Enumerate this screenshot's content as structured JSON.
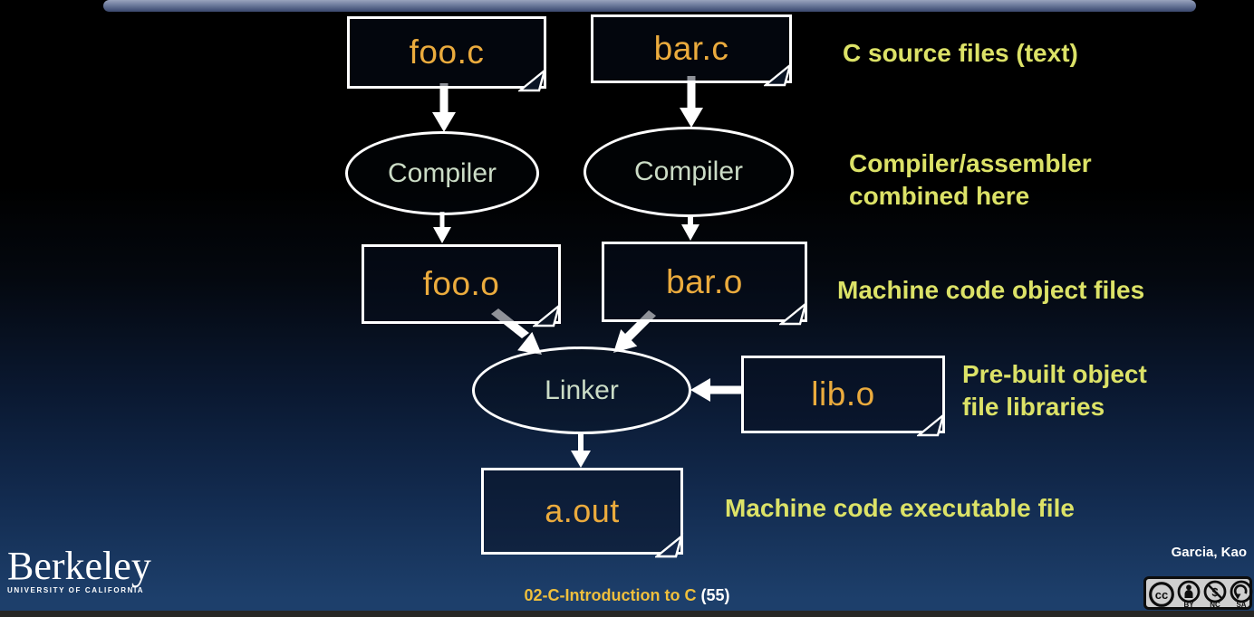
{
  "diagram": {
    "nodes": {
      "foo_c": "foo.c",
      "bar_c": "bar.c",
      "compiler_left": "Compiler",
      "compiler_right": "Compiler",
      "foo_o": "foo.o",
      "bar_o": "bar.o",
      "linker": "Linker",
      "lib_o": "lib.o",
      "a_out": "a.out"
    },
    "annotations": {
      "source_files": "C source files (text)",
      "compiler_combined_line1": "Compiler/assembler",
      "compiler_combined_line2": "combined here",
      "object_files": "Machine code object files",
      "prebuilt_line1": "Pre-built object",
      "prebuilt_line2": "file libraries",
      "executable": "Machine code executable file"
    }
  },
  "footer": {
    "logo_title": "Berkeley",
    "logo_subtitle": "UNIVERSITY OF CALIFORNIA",
    "lecture_title": "02-C-Introduction to C",
    "page_number": "(55)",
    "authors": "Garcia, Kao",
    "license": {
      "cc": "cc",
      "by": "BY",
      "nc": "NC",
      "sa": "SA"
    }
  },
  "colors": {
    "file_label": "#EBAB3D",
    "process_label": "#CBDCC6",
    "annotation": "#DCE267",
    "footer_gold": "#EFBF3C",
    "arrow": "#FFFFFF",
    "background_top": "#000000",
    "background_bottom": "#1D3F6B"
  }
}
